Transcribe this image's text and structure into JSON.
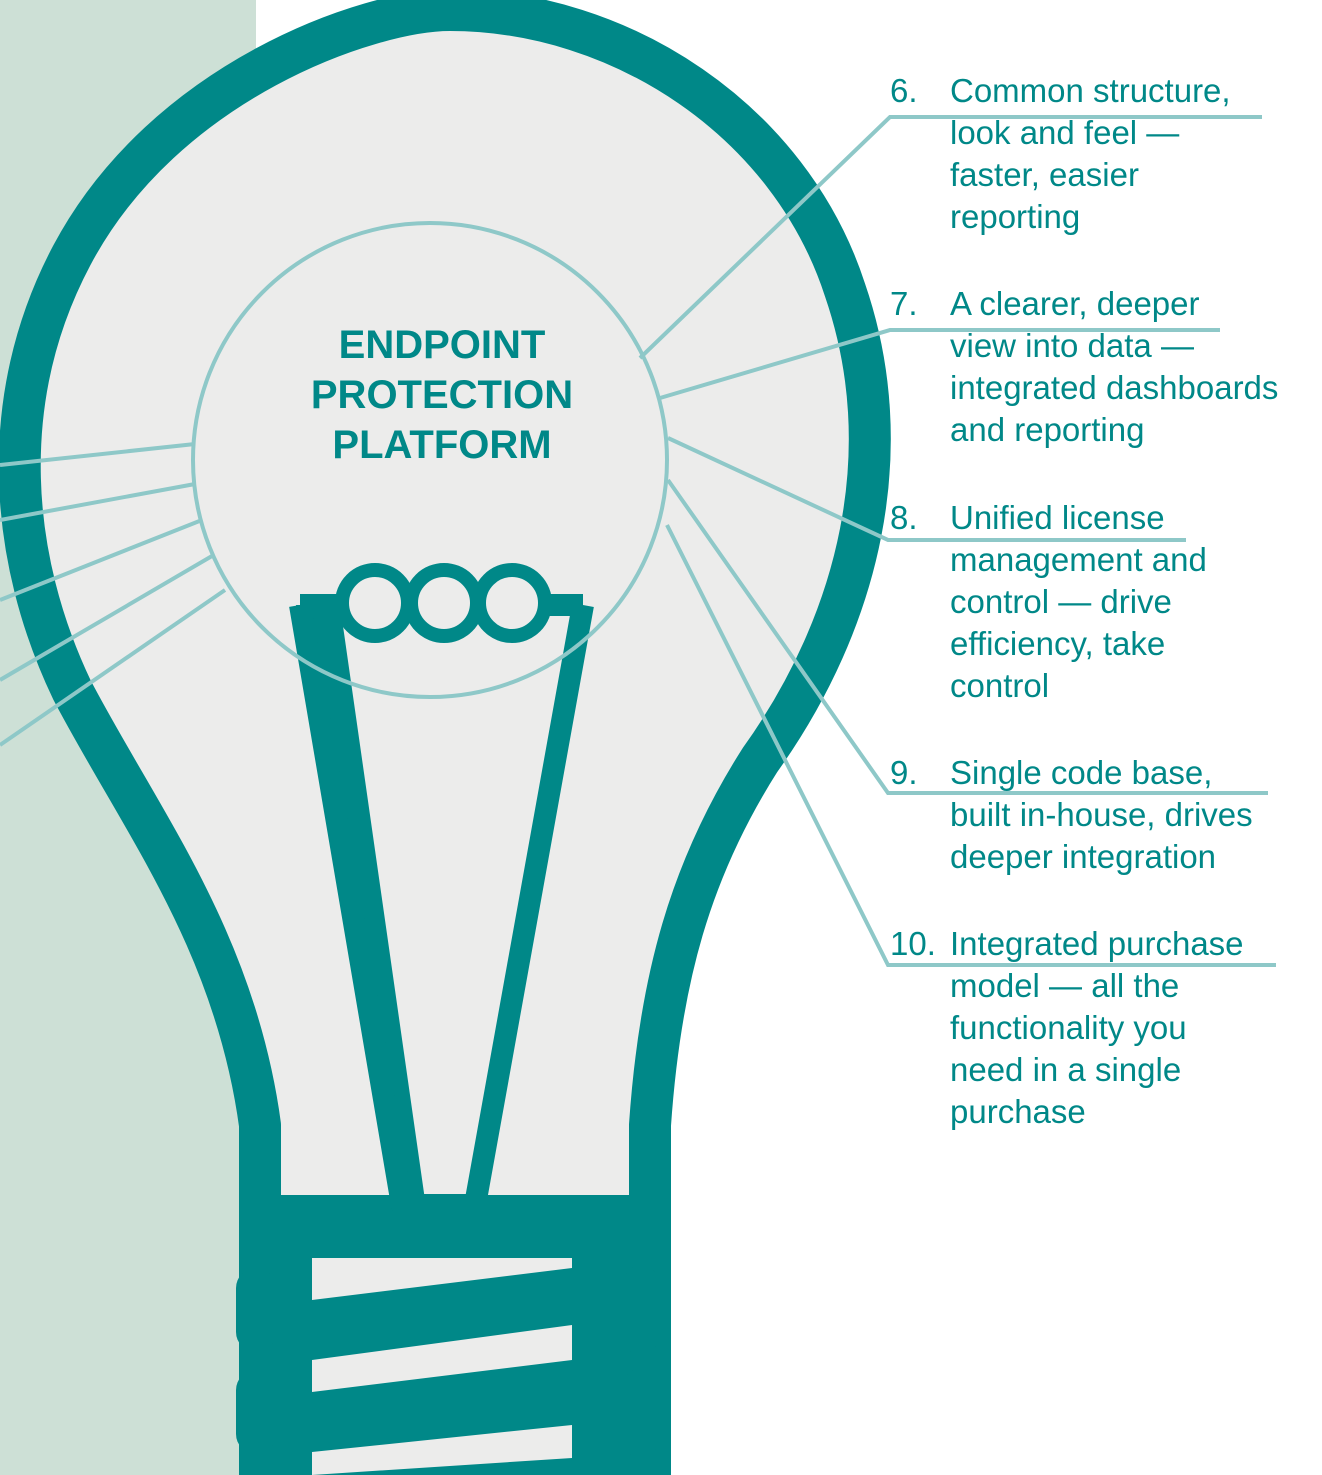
{
  "colors": {
    "teal": "#008888",
    "left_band": "#cde0d6",
    "bulb_fill": "#ececeb",
    "line": "#8ec8c8"
  },
  "center_title": [
    "ENDPOINT",
    "PROTECTION",
    "PLATFORM"
  ],
  "items": [
    {
      "number": "6.",
      "lines": [
        "Common structure,",
        "look and feel —",
        "faster, easier",
        "reporting"
      ]
    },
    {
      "number": "7.",
      "lines": [
        "A clearer, deeper",
        "view into data —",
        "integrated dashboards",
        "and reporting"
      ]
    },
    {
      "number": "8.",
      "lines": [
        "Unified license",
        "management and",
        "control — drive",
        "efficiency, take",
        "control"
      ]
    },
    {
      "number": "9.",
      "lines": [
        "Single code base,",
        "built in-house, drives",
        "deeper integration"
      ]
    },
    {
      "number": "10.",
      "lines": [
        "Integrated purchase",
        "model — all the",
        "functionality you",
        "need in a single",
        "purchase"
      ]
    }
  ]
}
